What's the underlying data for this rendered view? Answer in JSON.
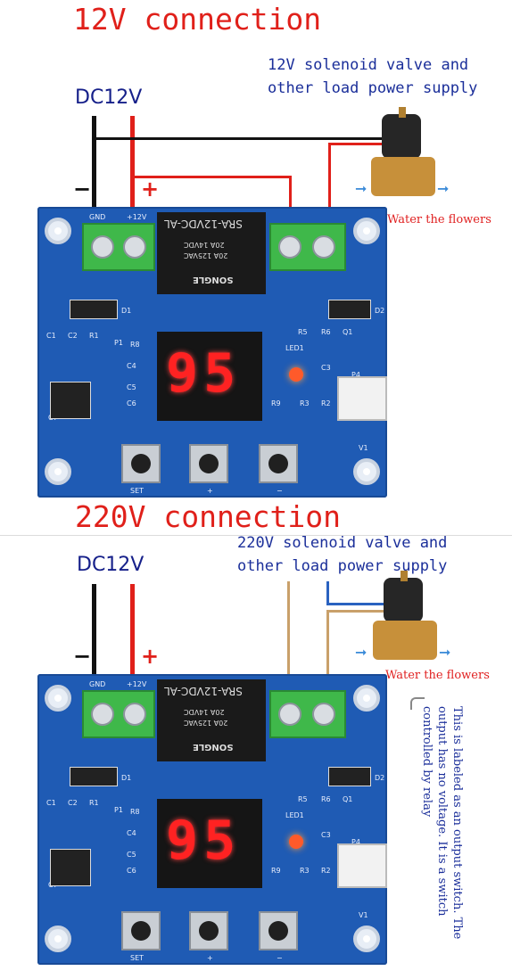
{
  "panel1": {
    "title": "12V connection",
    "load_line1": "12V solenoid valve and",
    "load_line2": "other load power supply",
    "dc_label": "DC12V",
    "minus": "−",
    "plus": "+",
    "flowers": "Water the flowers"
  },
  "panel2": {
    "title": "220V connection",
    "load_line1": "220V solenoid valve and",
    "load_line2": "other load power supply",
    "dc_label": "DC12V",
    "minus": "−",
    "plus": "+",
    "flowers": "Water the flowers",
    "note": "This is labeled as an output switch. The output has no voltage. It is a switch controlled by relay"
  },
  "board": {
    "relay_model": "SRA-12VDC-AL",
    "relay_rating1": "20A 14VDC",
    "relay_rating2": "20A 125VAC",
    "relay_brand": "SONGLE",
    "display_value": "95",
    "labels": {
      "gnd": "GND",
      "v12": "+12V",
      "d1": "D1",
      "d2": "D2",
      "c1": "C1",
      "c2": "C2",
      "r1": "R1",
      "p1": "P1",
      "r8": "R8",
      "c4": "C4",
      "c5": "C5",
      "c6": "C6",
      "c7": "C7",
      "r5": "R5",
      "r6": "R6",
      "q1": "Q1",
      "led1": "LED1",
      "c3": "C3",
      "p4": "P4",
      "r9": "R9",
      "r3": "R3",
      "r2": "R2",
      "v1": "V1",
      "set": "SET",
      "up": "+",
      "down": "−"
    }
  },
  "colors": {
    "title_red": "#e0201a",
    "text_blue": "#1b2f9a",
    "board_blue": "#1f5bb4",
    "terminal_green": "#3fb84a",
    "wire_red": "#e0201a",
    "wire_black": "#111111",
    "wire_tan": "#c9a06a",
    "wire_blue": "#2a62c0"
  }
}
